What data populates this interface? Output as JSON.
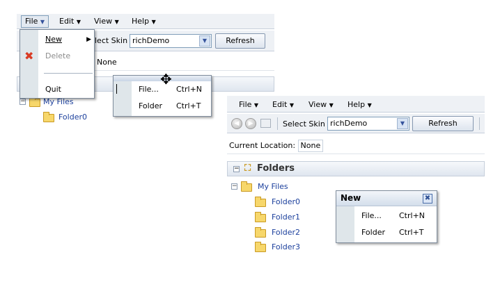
{
  "menubar": {
    "file": "File",
    "edit": "Edit",
    "view": "View",
    "help": "Help"
  },
  "file_menu": {
    "new": "New",
    "delete": "Delete",
    "quit": "Quit"
  },
  "new_submenu": {
    "file": "File...",
    "file_shortcut": "Ctrl+N",
    "folder": "Folder",
    "folder_shortcut": "Ctrl+T"
  },
  "toolbar": {
    "select_skin_label": "Select Skin",
    "select_skin_label_partial": "lect Skin",
    "skin_value": "richDemo",
    "refresh": "Refresh"
  },
  "location": {
    "label": "Current Location:",
    "value": "None"
  },
  "folders_panel": {
    "title": "Folders"
  },
  "tree": {
    "root": "My Files",
    "children": [
      "Folder0",
      "Folder1",
      "Folder2",
      "Folder3"
    ]
  },
  "floating_menu": {
    "title": "New"
  },
  "colors": {
    "tree_link": "#1b3f9c",
    "menu_gutter": "#dfe6ea",
    "bar_bg": "#eef1f5"
  }
}
